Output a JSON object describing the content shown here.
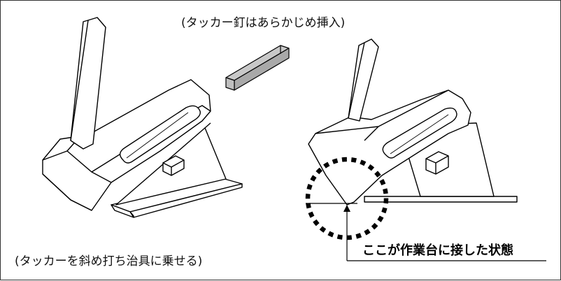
{
  "captions": {
    "top": "(タッカー釘はあらかじめ挿入)",
    "bottom": "(タッカーを斜め打ち治具に乗せる)",
    "callout": "ここが作業台に接した状態"
  },
  "colors": {
    "line": "#000000",
    "staple_fill": "#b8b8b8",
    "dashed_circle": "#000000",
    "frame_border": "#333333"
  },
  "icons": {
    "left_illustration": "tacker-on-angled-jig-icon",
    "staple": "staple-icon",
    "right_illustration": "tacker-touching-workbench-icon"
  }
}
